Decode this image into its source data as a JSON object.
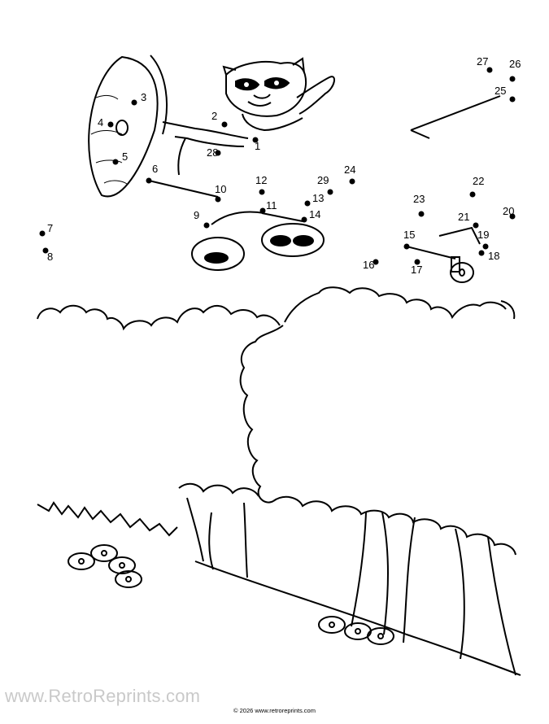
{
  "watermark": "www.RetroReprints.com",
  "copyright": "© 2026 www.retroreprints.com",
  "dots": [
    {
      "n": "1"
    },
    {
      "n": "2"
    },
    {
      "n": "3"
    },
    {
      "n": "4"
    },
    {
      "n": "5"
    },
    {
      "n": "6"
    },
    {
      "n": "7"
    },
    {
      "n": "8"
    },
    {
      "n": "9"
    },
    {
      "n": "10"
    },
    {
      "n": "11"
    },
    {
      "n": "12"
    },
    {
      "n": "13"
    },
    {
      "n": "14"
    },
    {
      "n": "15"
    },
    {
      "n": "16"
    },
    {
      "n": "17"
    },
    {
      "n": "18"
    },
    {
      "n": "19"
    },
    {
      "n": "20"
    },
    {
      "n": "21"
    },
    {
      "n": "22"
    },
    {
      "n": "23"
    },
    {
      "n": "24"
    },
    {
      "n": "25"
    },
    {
      "n": "26"
    },
    {
      "n": "27"
    },
    {
      "n": "28"
    },
    {
      "n": "29"
    }
  ]
}
